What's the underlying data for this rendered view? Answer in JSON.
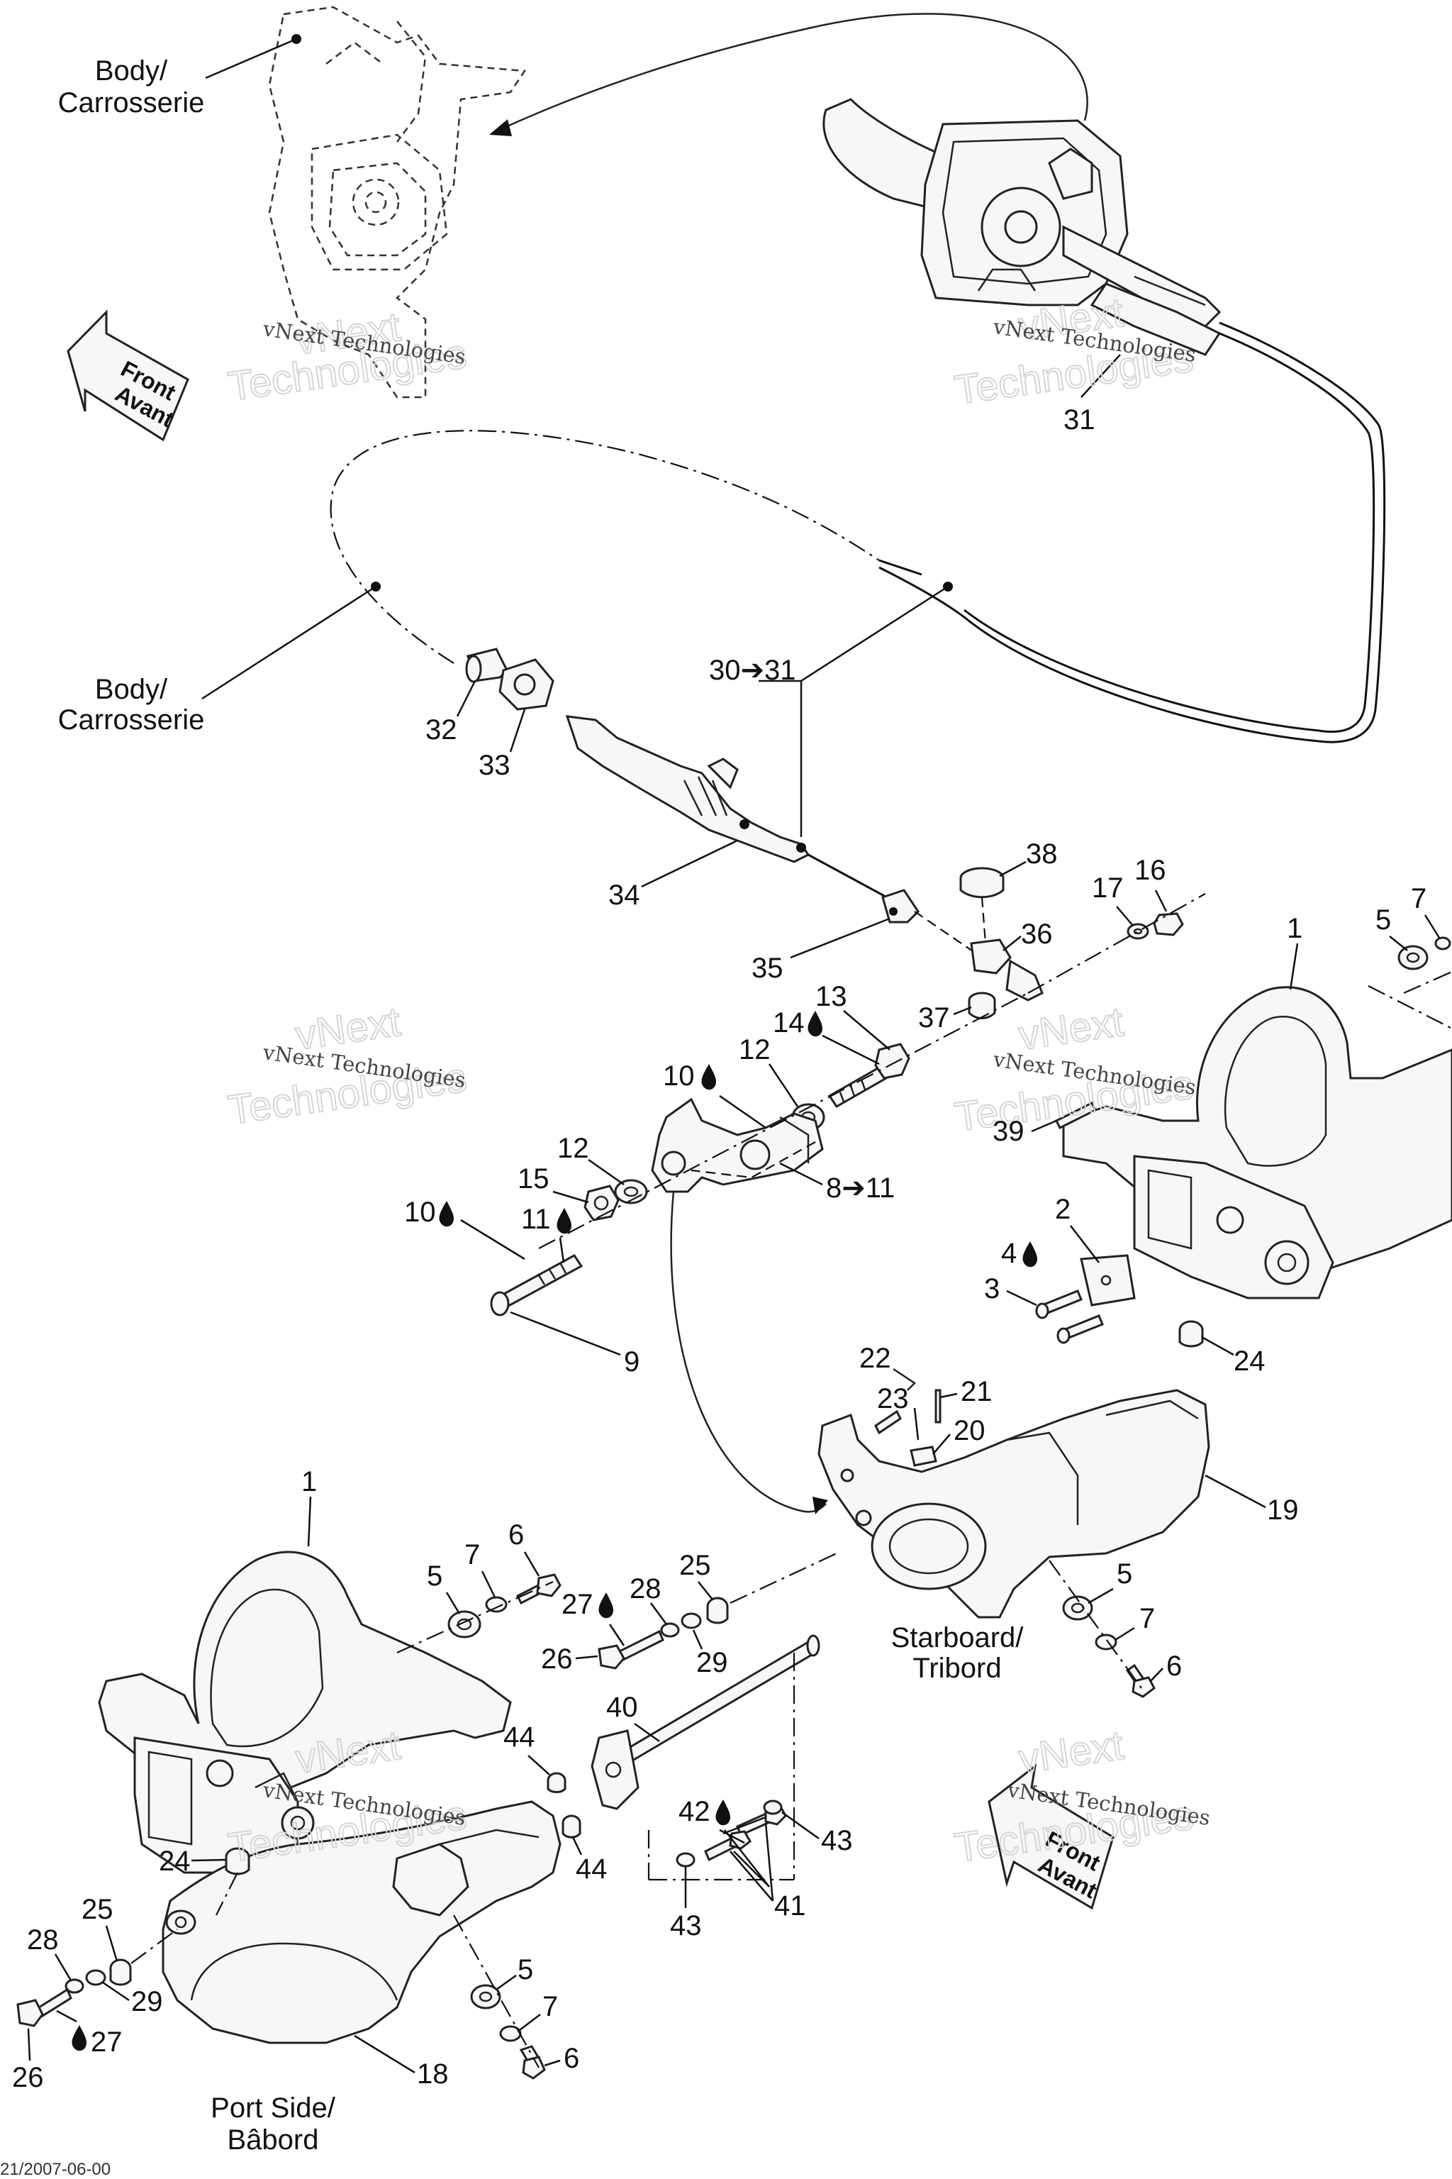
{
  "labels": {
    "body_top": [
      "Body/",
      "Carrosserie"
    ],
    "body_mid": [
      "Body/",
      "Carrosserie"
    ],
    "starboard": [
      "Starboard/",
      "Tribord"
    ],
    "port": [
      "Port Side/",
      "Bâbord"
    ],
    "front_top": [
      "Front",
      "Avant"
    ],
    "front_bottom": [
      "Front",
      "Avant"
    ]
  },
  "watermark": {
    "small": "vNext Technologies",
    "big": "Technologies",
    "top": "vNext"
  },
  "callouts": {
    "c1a": "1",
    "c1b": "1",
    "c2": "2",
    "c3": "3",
    "c4": "4",
    "c5a": "5",
    "c5b": "5",
    "c5c": "5",
    "c5d": "5",
    "c6a": "6",
    "c6b": "6",
    "c6c": "6",
    "c7a": "7",
    "c7b": "7",
    "c7c": "7",
    "c7d": "7",
    "c8": "8➔11",
    "c9": "9",
    "c10a": "10",
    "c10b": "10",
    "c11": "11",
    "c12a": "12",
    "c12b": "12",
    "c13": "13",
    "c14": "14",
    "c15": "15",
    "c16": "16",
    "c17": "17",
    "c18": "18",
    "c19": "19",
    "c20": "20",
    "c21": "21",
    "c22": "22",
    "c23": "23",
    "c24a": "24",
    "c24b": "24",
    "c25a": "25",
    "c25b": "25",
    "c26a": "26",
    "c26b": "26",
    "c27a": "27",
    "c27b": "27",
    "c28a": "28",
    "c28b": "28",
    "c29a": "29",
    "c29b": "29",
    "c30": "30➔31",
    "c31": "31",
    "c32": "32",
    "c33": "33",
    "c34": "34",
    "c35": "35",
    "c36": "36",
    "c37": "37",
    "c38": "38",
    "c39": "39",
    "c40": "40",
    "c41": "41",
    "c42": "42",
    "c43a": "43",
    "c43b": "43",
    "c44a": "44",
    "c44b": "44"
  },
  "footer": "21/2007-06-00"
}
